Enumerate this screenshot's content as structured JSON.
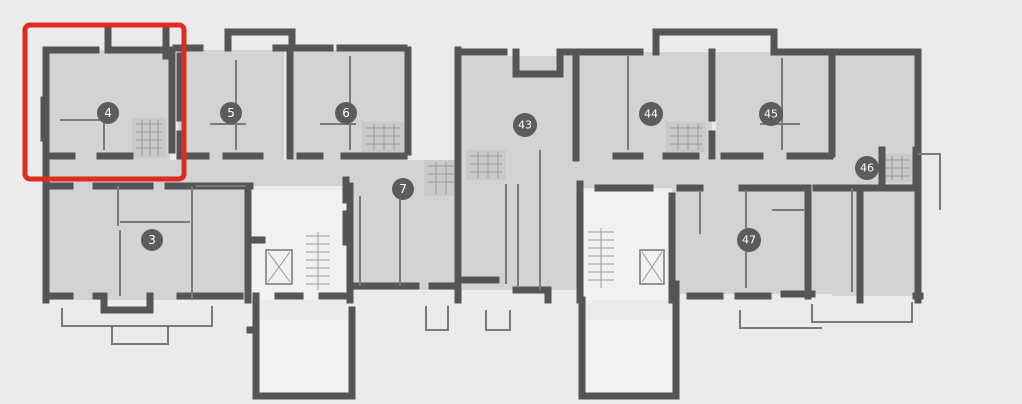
{
  "apartments": [
    {
      "id": "apt-4",
      "label": "4",
      "highlighted": true
    },
    {
      "id": "apt-5",
      "label": "5"
    },
    {
      "id": "apt-6",
      "label": "6"
    },
    {
      "id": "apt-3",
      "label": "3"
    },
    {
      "id": "apt-7",
      "label": "7"
    },
    {
      "id": "apt-43",
      "label": "43"
    },
    {
      "id": "apt-44",
      "label": "44"
    },
    {
      "id": "apt-45",
      "label": "45"
    },
    {
      "id": "apt-46",
      "label": "46"
    },
    {
      "id": "apt-47",
      "label": "47"
    }
  ],
  "colors": {
    "highlight": "#e02b1f",
    "wall": "#555555",
    "room_fill": "#d3d3d3",
    "marker": "#5c5c5c",
    "background": "#ebebeb"
  }
}
